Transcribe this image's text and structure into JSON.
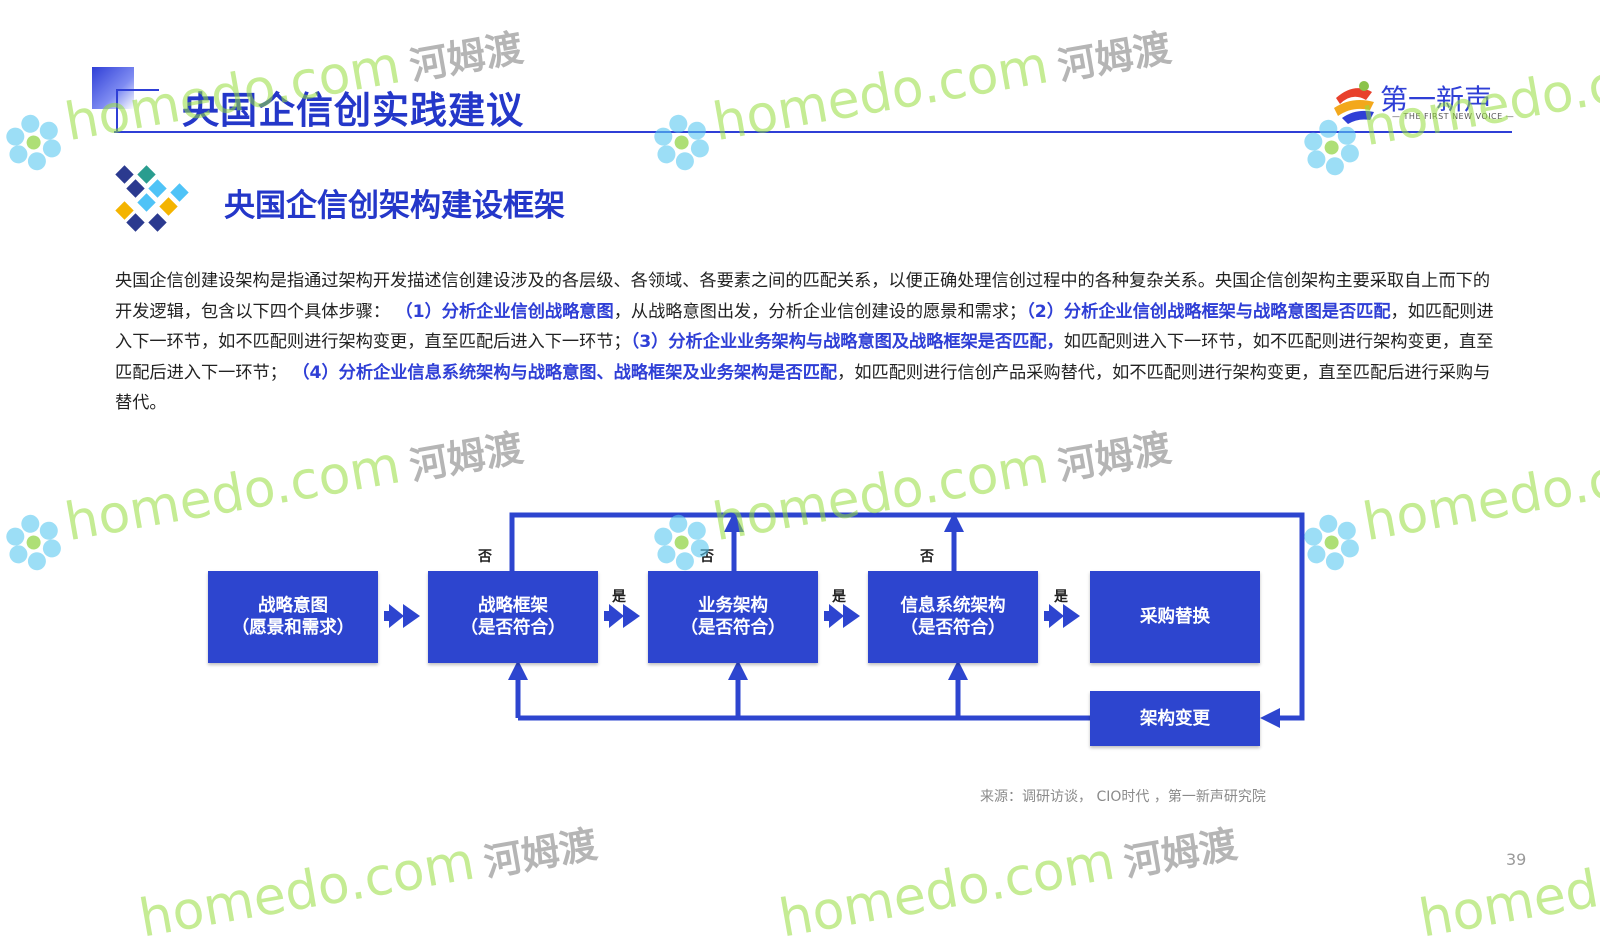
{
  "header": {
    "title": "央国企信创实践建议",
    "brand_cn": "第一新声",
    "brand_en": "— THE FIRST NEW VOICE —"
  },
  "section": {
    "title": "央国企信创架构建设框架"
  },
  "paragraph": {
    "p1": "央国企信创建设架构是指通过架构开发描述信创建设涉及的各层级、各领域、各要素之间的匹配关系，以便正确处理信创过程中的各种复杂关系。央国企信创架构主要采取自上而下的开发逻辑，包含以下四个具体步骤： ",
    "s1": "（1）分析企业信创战略意图",
    "p2": "，从战略意图出发，分析企业信创建设的愿景和需求；",
    "s2": "（2）分析企业信创战略框架与战略意图是否匹配",
    "p3": "，如匹配则进入下一环节，如不匹配则进行架构变更，直至匹配后进入下一环节；",
    "s3": "（3）分析企业业务架构与战略意图及战略框架是否匹配，",
    "p4": "如匹配则进入下一环节，如不匹配则进行架构变更，直至匹配后进入下一环节； ",
    "s4": "（4）分析企业信息系统架构与战略意图、战略框架及业务架构是否匹配",
    "p5": "，如匹配则进行信创产品采购替代，如不匹配则进行架构变更，直至匹配后进行采购与替代。"
  },
  "flow": {
    "box1": {
      "line1": "战略意图",
      "line2": "（愿景和需求）"
    },
    "box2": {
      "line1": "战略框架",
      "line2": "（是否符合）"
    },
    "box3": {
      "line1": "业务架构",
      "line2": "（是否符合）"
    },
    "box4": {
      "line1": "信息系统架构",
      "line2": "（是否符合）"
    },
    "box5": {
      "line1": "采购替换"
    },
    "box6": {
      "line1": "架构变更"
    },
    "yes": "是",
    "no": "否",
    "color": "#2d45cf"
  },
  "footer": {
    "source": "来源：调研访谈，  CIO时代  ，第一新声研究院",
    "page": "39"
  },
  "watermark": {
    "latin": "homedo.com",
    "cn": "河姆渡"
  }
}
